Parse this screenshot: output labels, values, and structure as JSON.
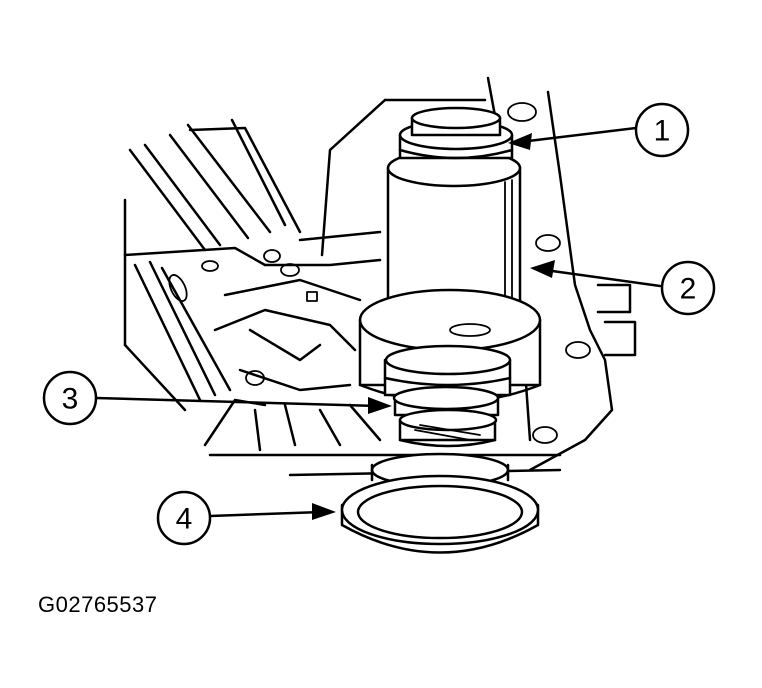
{
  "figure": {
    "id_label": "G02765537"
  },
  "callouts": [
    {
      "label": "1",
      "target": "top-seal-ring"
    },
    {
      "label": "2",
      "target": "servo-cylinder"
    },
    {
      "label": "3",
      "target": "piston-seal-rings"
    },
    {
      "label": "4",
      "target": "servo-cover-ring"
    }
  ]
}
